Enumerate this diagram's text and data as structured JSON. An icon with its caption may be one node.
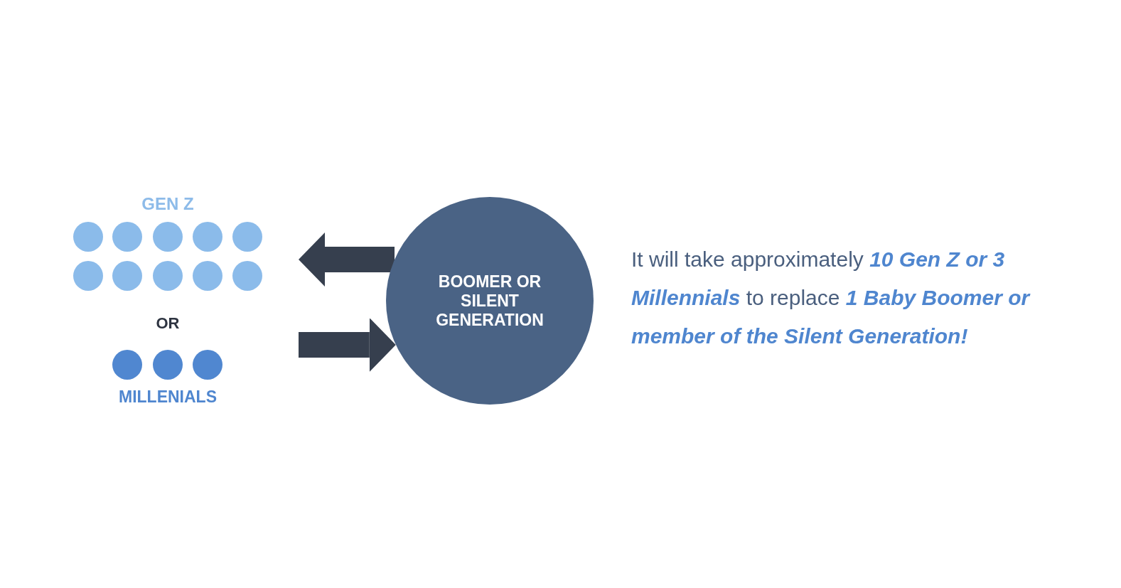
{
  "diagram": {
    "nodes": [
      {
        "text": [
          "GEN Z",
          "OR",
          "MILLENIALS"
        ]
      },
      {
        "text": [],
        "shape": "circle",
        "in": 0
      },
      {
        "text": [],
        "shape": "circle",
        "in": 0
      },
      {
        "text": [],
        "shape": "circle",
        "in": 0
      },
      {
        "text": [],
        "shape": "circle",
        "in": 0
      },
      {
        "text": [],
        "shape": "circle",
        "in": 0
      },
      {
        "text": [],
        "shape": "circle",
        "in": 0
      },
      {
        "text": [],
        "shape": "circle",
        "in": 0
      },
      {
        "text": [],
        "shape": "circle",
        "in": 0
      },
      {
        "text": [],
        "shape": "circle",
        "in": 0
      },
      {
        "text": [],
        "shape": "circle",
        "in": 0
      },
      {
        "text": [],
        "shape": "circle",
        "in": 0
      },
      {
        "text": [],
        "shape": "circle",
        "in": 0
      },
      {
        "text": [],
        "shape": "circle",
        "in": 0
      },
      {
        "text": [
          "BOOMER OR SILENT GENERATION"
        ]
      }
    ],
    "edges": [
      {
        "from": 14,
        "to": 0,
        "arrow": "to"
      },
      {
        "from": 0,
        "to": 14,
        "arrow": "to"
      }
    ],
    "labels": [
      "It will take approximately **10 Gen Z or 3 Millennials** to replace **1 Baby Boomer or member of the Silent Generation!**"
    ]
  }
}
